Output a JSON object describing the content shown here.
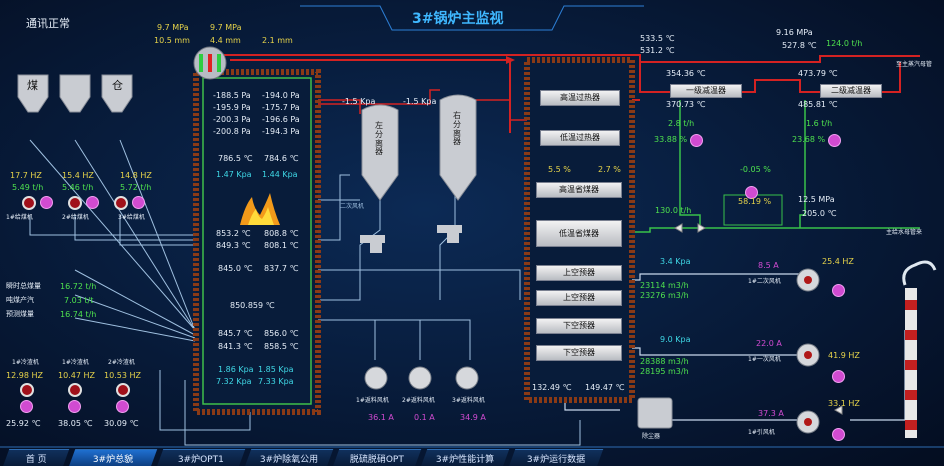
{
  "header": {
    "comm_status": "通讯正常",
    "title": "3#锅炉主监视"
  },
  "top": {
    "drum_p1": "9.7 MPa",
    "drum_p2": "9.7 MPa",
    "level1": "10.5 mm",
    "level2": "4.4 mm",
    "level3": "2.1 mm",
    "steam_t1": "533.5 ℃",
    "steam_t2": "531.2 ℃",
    "main_p": "9.16 MPa",
    "main_t": "527.8 ℃",
    "main_flow": "124.0 t/h",
    "main_label": "至主蒸汽母管"
  },
  "coal": {
    "bin_label1": "煤",
    "bin_label2": "仓",
    "feeders": [
      {
        "hz": "17.7 HZ",
        "flow": "5.49 t/h",
        "name": "1#给煤机"
      },
      {
        "hz": "15.4 HZ",
        "flow": "5.46 t/h",
        "name": "2#给煤机"
      },
      {
        "hz": "14.8 HZ",
        "flow": "5.72 t/h",
        "name": "3#给煤机"
      }
    ],
    "summary": [
      {
        "label": "瞬时总煤量",
        "value": "16.72 t/h"
      },
      {
        "label": "吨煤产汽",
        "value": "7.03 t/t"
      },
      {
        "label": "预测煤量",
        "value": "16.74 t/h"
      }
    ],
    "slag": [
      {
        "name": "1#冷渣机",
        "hz": "12.98 HZ",
        "temp": "25.92 ℃"
      },
      {
        "name": "1#冷渣机",
        "hz": "10.47 HZ",
        "temp": "38.05 ℃"
      },
      {
        "name": "2#冷渣机",
        "hz": "10.53 HZ",
        "temp": "30.09 ℃"
      }
    ]
  },
  "furnace": {
    "pressures": [
      [
        "-188.5 Pa",
        "-194.0 Pa"
      ],
      [
        "-195.9 Pa",
        "-175.7 Pa"
      ],
      [
        "-200.3 Pa",
        "-196.6 Pa"
      ],
      [
        "-200.8 Pa",
        "-194.3 Pa"
      ]
    ],
    "upper_t": [
      "786.5 ℃",
      "784.6 ℃"
    ],
    "upper_kpa": [
      "1.47 Kpa",
      "1.44 Kpa"
    ],
    "mid_t": [
      [
        "853.2 ℃",
        "808.8 ℃"
      ],
      [
        "849.3 ℃",
        "808.1 ℃"
      ]
    ],
    "mid_t2": [
      "845.0 ℃",
      "837.7 ℃"
    ],
    "bed_t": "850.859 ℃",
    "lower_t": [
      [
        "845.7 ℃",
        "856.0 ℃"
      ],
      [
        "841.3 ℃",
        "858.5 ℃"
      ]
    ],
    "bottom_kpa": [
      [
        "1.86 Kpa",
        "1.85 Kpa"
      ],
      [
        "7.32 Kpa",
        "7.33 Kpa"
      ]
    ],
    "secondary_air": "二次风机"
  },
  "separator": {
    "p_left": "-1.5 Kpa",
    "p_right": "-1.5 Kpa",
    "left": "左分离器",
    "right": "右分离器"
  },
  "fans": [
    {
      "name": "1#返料风机",
      "current": "36.1 A"
    },
    {
      "name": "2#返料风机",
      "current": "0.1 A"
    },
    {
      "name": "3#返料风机",
      "current": "34.9 A"
    }
  ],
  "flue": {
    "sections": [
      "高温过热器",
      "低温过热器",
      "高温省煤器",
      "低温省煤器",
      "上空预器",
      "上空预器",
      "下空预器",
      "下空预器"
    ],
    "o2_left": "5.5 %",
    "o2_right": "2.7 %",
    "out_t1": "132.49 ℃",
    "out_t2": "149.47 ℃"
  },
  "desuper": {
    "first_label": "一级减温器",
    "second_label": "二级减温器",
    "t1": "354.36 ℃",
    "t2": "370.73 ℃",
    "t3": "473.79 ℃",
    "t4": "485.81 ℃",
    "f1": "2.8 t/h",
    "v1": "33.88 %",
    "f2": "1.6 t/h",
    "v2": "23.68 %"
  },
  "feedwater": {
    "dp": "-0.05 %",
    "valve": "58.19 %",
    "flow": "130.0 t/h",
    "p": "12.5 MPa",
    "t": "205.0 ℃",
    "label": "主给水母管来"
  },
  "sec_fan": {
    "kpa": "3.4 Kpa",
    "current": "8.5 A",
    "hz": "25.4 HZ",
    "f1": "23114 m3/h",
    "f2": "23276 m3/h",
    "name": "1#二次风机"
  },
  "pri_fan": {
    "kpa": "9.0 Kpa",
    "current": "22.0 A",
    "hz": "41.9 HZ",
    "f1": "28388 m3/h",
    "f2": "28195 m3/h",
    "name": "1#一次风机"
  },
  "id_fan": {
    "current": "37.3 A",
    "hz": "33.1 HZ",
    "name": "1#引风机",
    "dust": "除尘器"
  },
  "tabs": [
    "首  页",
    "3#炉总貌",
    "3#炉OPT1",
    "3#炉除氧公用",
    "脱硫脱硝OPT",
    "3#炉性能计算",
    "3#炉运行数据"
  ]
}
